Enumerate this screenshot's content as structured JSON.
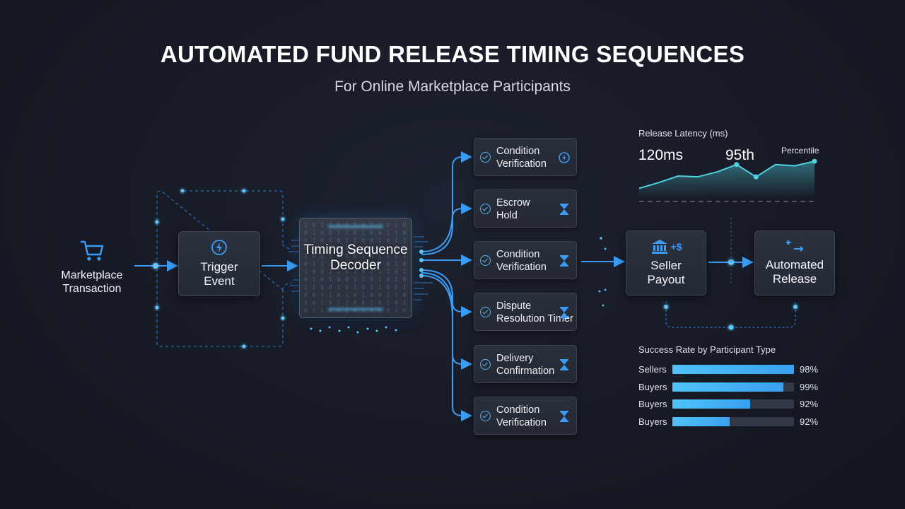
{
  "title": "AUTOMATED FUND RELEASE TIMING SEQUENCES",
  "subtitle": "For Online Marketplace Participants",
  "nodes": {
    "marketplace": "Marketplace Transaction",
    "trigger": "Trigger Event",
    "decoder": "Timing Sequence Decoder",
    "seller_payout": "Seller Payout",
    "automated_release": "Automated Release"
  },
  "conditions": [
    {
      "label_1": "Condition",
      "label_2": "Verification",
      "icon": "lightning-icon"
    },
    {
      "label_1": "Escrow",
      "label_2": "Hold",
      "icon": "hourglass-icon"
    },
    {
      "label_1": "Condition",
      "label_2": "Verification",
      "icon": "hourglass-icon"
    },
    {
      "label_1": "Dispute",
      "label_2": "Resolution Timer",
      "icon": "hourglass-icon"
    },
    {
      "label_1": "Delivery",
      "label_2": "Confirmation",
      "icon": "hourglass-icon"
    },
    {
      "label_1": "Condition",
      "label_2": "Verification",
      "icon": "hourglass-icon"
    }
  ],
  "latency": {
    "title": "Release Latency (ms)",
    "value_label": "120ms",
    "percentile_value": "95th",
    "percentile_label": "Percentile"
  },
  "success": {
    "title": "Success Rate by Participant Type",
    "rows": [
      {
        "label": "Sellers",
        "value_text": "98%",
        "fill": 1.0
      },
      {
        "label": "Buyers",
        "value_text": "99%",
        "fill": 0.91
      },
      {
        "label": "Buyers",
        "value_text": "92%",
        "fill": 0.64
      },
      {
        "label": "Buyers",
        "value_text": "92%",
        "fill": 0.47
      }
    ]
  },
  "colors": {
    "accent": "#3b9cf5",
    "glow": "#5ec8ff",
    "bar": "#4fc3f7",
    "chart_line": "#4fd1e0"
  },
  "chart_data": {
    "type": "area",
    "title": "Release Latency (ms)",
    "x": [
      0,
      1,
      2,
      3,
      4,
      5,
      6,
      7,
      8,
      9
    ],
    "y": [
      0.2,
      0.34,
      0.5,
      0.48,
      0.6,
      0.78,
      0.48,
      0.78,
      0.75,
      0.86
    ],
    "markers": [
      5,
      6,
      9
    ],
    "grid": false
  }
}
